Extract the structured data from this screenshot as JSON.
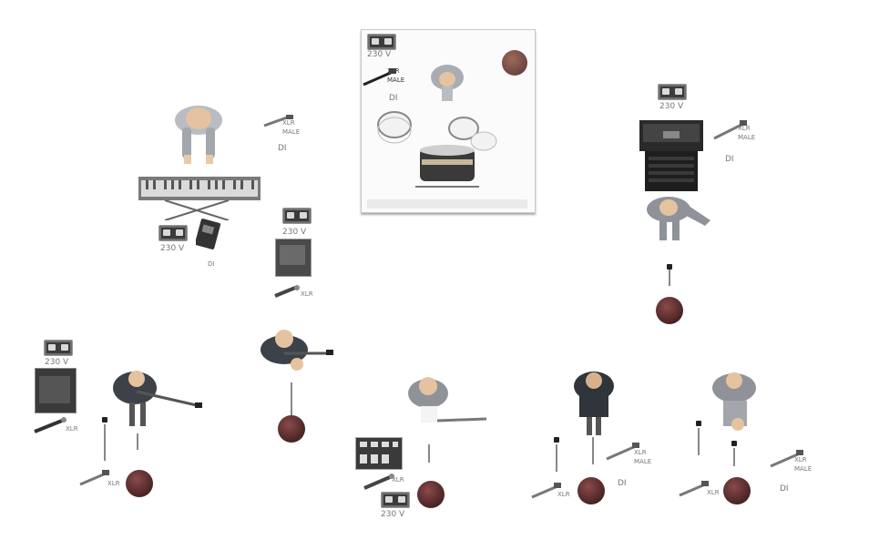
{
  "labels": {
    "keys_voltage": "230 V",
    "keys_amp_voltage": "230 V",
    "keys_amp_xlr": "XLR",
    "keys_xlr": "XLR MALE",
    "keys_di": "DI",
    "drums_voltage": "230 V",
    "drums_xlr": "XLR MALE",
    "drums_di": "DI",
    "bass_voltage": "230 V",
    "bass_xlr": "XLR MALE",
    "bass_di": "DI",
    "gtr_left_voltage": "230 V",
    "gtr_left_amp_xlr": "XLR",
    "gtr_left_xlr": "XLR",
    "center_xlr": "XLR",
    "center_voltage": "230 V",
    "right1_xlr": "XLR MALE",
    "right1_di": "DI",
    "right1_bottom_xlr": "XLR",
    "right2_xlr": "XLR MALE",
    "right2_di": "DI",
    "right2_bottom_xlr": "XLR"
  },
  "colors": {
    "wedge": "#5a2b2b",
    "power": "#3b3b3b",
    "skin": "#e8c9a8",
    "dark_shirt": "#3a3f48",
    "mid_shirt": "#6b7078"
  },
  "icons": [
    "power-strip-icon",
    "microphone-icon",
    "monitor-wedge-icon",
    "keyboard-icon",
    "amplifier-icon",
    "drum-kit-icon",
    "musician-icon"
  ]
}
